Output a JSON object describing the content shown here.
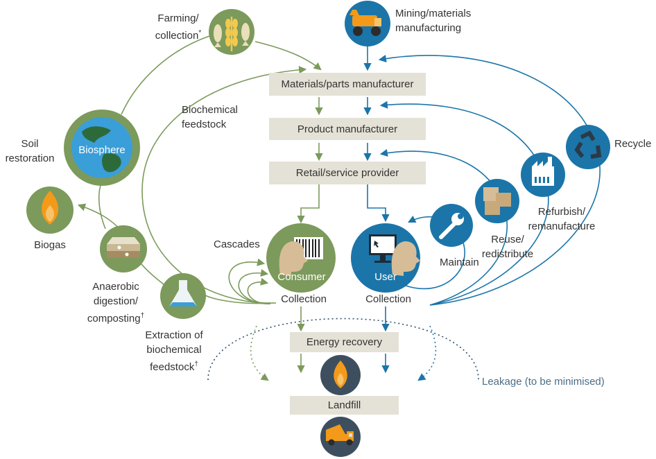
{
  "process_boxes": {
    "materials": "Materials/parts manufacturer",
    "product": "Product manufacturer",
    "retail": "Retail/service provider",
    "energy": "Energy recovery",
    "landfill": "Landfill"
  },
  "labels": {
    "farming_line1": "Farming/",
    "farming_line2": "collection",
    "farming_mark": "*",
    "mining_line1": "Mining/materials",
    "mining_line2": "manufacturing",
    "biochemical_line1": "Biochemical",
    "biochemical_line2": "feedstock",
    "soil_line1": "Soil",
    "soil_line2": "restoration",
    "biosphere": "Biosphere",
    "biogas": "Biogas",
    "anaerobic_line1": "Anaerobic",
    "anaerobic_line2": "digestion/",
    "anaerobic_line3": "composting",
    "anaerobic_mark": "†",
    "extraction_line1": "Extraction of",
    "extraction_line2": "biochemical",
    "extraction_line3": "feedstock",
    "extraction_mark": "†",
    "cascades": "Cascades",
    "consumer": "Consumer",
    "user": "User",
    "collection_left": "Collection",
    "collection_right": "Collection",
    "maintain": "Maintain",
    "reuse_line1": "Reuse/",
    "reuse_line2": "redistribute",
    "refurbish_line1": "Refurbish/",
    "refurbish_line2": "remanufacture",
    "recycle": "Recycle",
    "leakage": "Leakage",
    "leakage_note": "(to be minimised)"
  },
  "icons": [
    "fish-wheat-icon",
    "mining-truck-icon",
    "globe-icon",
    "flame-icon",
    "compost-layers-icon",
    "flask-icon",
    "barcode-icon",
    "consumer-head-icon",
    "computer-monitor-icon",
    "user-head-icon",
    "wrench-icon",
    "boxes-icon",
    "factory-icon",
    "recycle-icon",
    "dump-truck-icon"
  ],
  "colors": {
    "biological": "#7c9a5b",
    "technical": "#1b75a9",
    "process_box": "#e4e1d6",
    "dark_circle": "#3d4f5e",
    "leakage": "#4a6d86",
    "flame": "#f39a1b"
  }
}
